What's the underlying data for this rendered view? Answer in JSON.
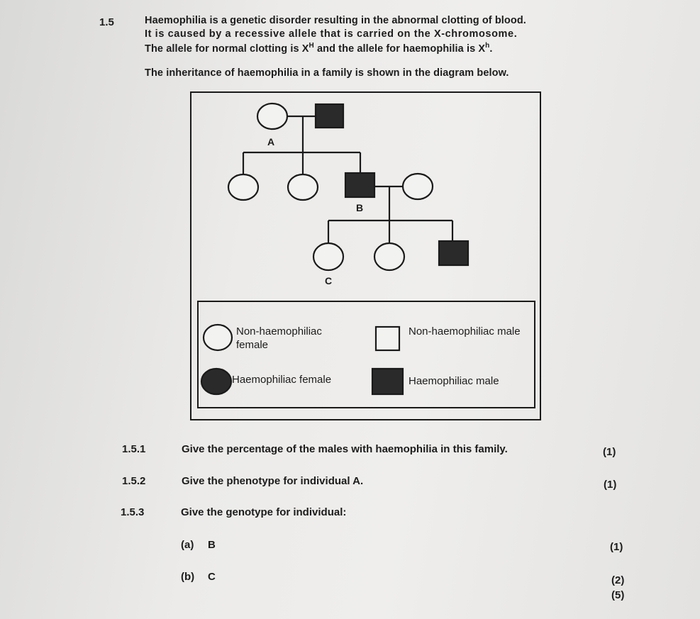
{
  "question": {
    "number": "1.5",
    "intro_lines": [
      "Haemophilia is a genetic disorder resulting in the abnormal clotting of blood.",
      "It is caused by a recessive allele that is carried on the X-chromosome."
    ],
    "allele_line": {
      "prefix": "The allele for normal clotting is X",
      "sup_normal": "H",
      "middle": " and the allele for haemophilia is X",
      "sup_haemo": "h",
      "suffix": "."
    },
    "diagram_caption": "The inheritance of haemophilia in a family is shown in the diagram below."
  },
  "pedigree": {
    "labels": {
      "a": "A",
      "b": "B",
      "c": "C"
    }
  },
  "legend": {
    "non_haemophiliac_female": "Non-haemophiliac female",
    "non_haemophiliac_male": "Non-haemophiliac male",
    "haemophiliac_female": "Haemophiliac female",
    "haemophiliac_male": "Haemophiliac male"
  },
  "subquestions": [
    {
      "number": "1.5.1",
      "text": "Give the percentage of the males with haemophilia in this family.",
      "marks": "(1)"
    },
    {
      "number": "1.5.2",
      "text": "Give the phenotype for individual A.",
      "marks": "(1)"
    },
    {
      "number": "1.5.3",
      "text": "Give the genotype for individual:"
    }
  ],
  "parts": [
    {
      "label": "(a)",
      "individual": "B",
      "marks": "(1)"
    },
    {
      "label": "(b)",
      "individual": "C",
      "marks": "(2)"
    }
  ],
  "total_marks": "(5)",
  "colors": {
    "ink": "#1c1c1c",
    "fill": "#2a2a2a"
  }
}
